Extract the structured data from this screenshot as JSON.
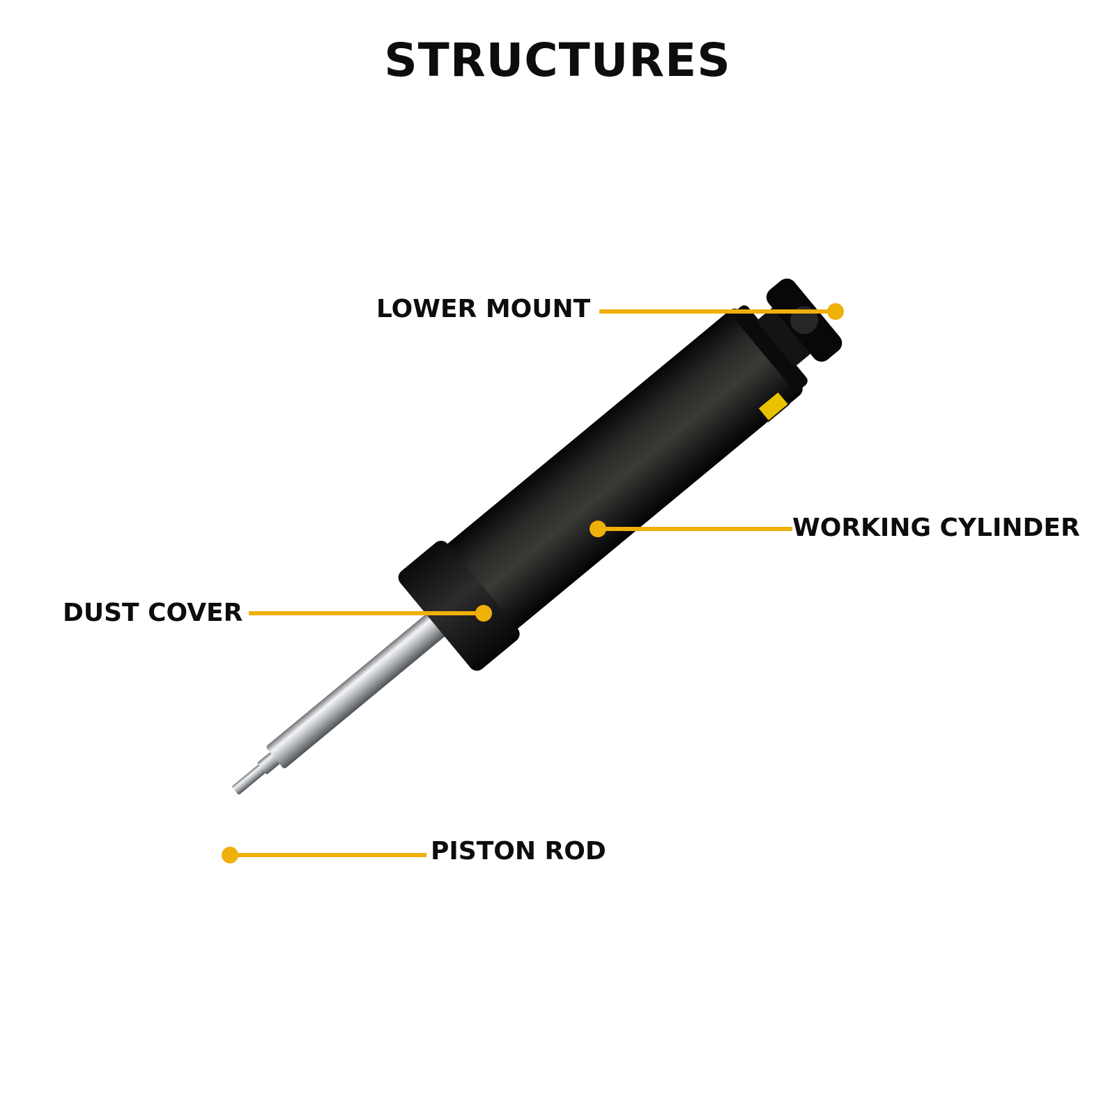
{
  "title": "STRUCTURES",
  "colors": {
    "accent": "#f0b00a",
    "body": "#141414",
    "rod": "#b9bcc0",
    "text": "#0d0d0d"
  },
  "callouts": [
    {
      "id": "lower-mount",
      "label": "LOWER MOUNT"
    },
    {
      "id": "working-cylinder",
      "label": "WORKING CYLINDER"
    },
    {
      "id": "dust-cover",
      "label": "DUST COVER"
    },
    {
      "id": "piston-rod",
      "label": "PISTON ROD"
    }
  ]
}
